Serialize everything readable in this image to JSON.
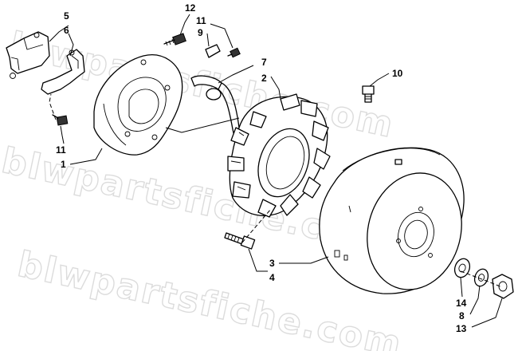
{
  "watermark": [
    "blwpartsfiche.com",
    "blwpartsfiche.com",
    "blwpartsfiche.com"
  ],
  "callouts": {
    "c5": "5",
    "c6": "6",
    "c12": "12",
    "c11a": "11",
    "c9": "9",
    "c7": "7",
    "c2": "2",
    "c10": "10",
    "c11b": "11",
    "c1": "1",
    "c3": "3",
    "c4": "4",
    "c14": "14",
    "c8": "8",
    "c13": "13"
  }
}
